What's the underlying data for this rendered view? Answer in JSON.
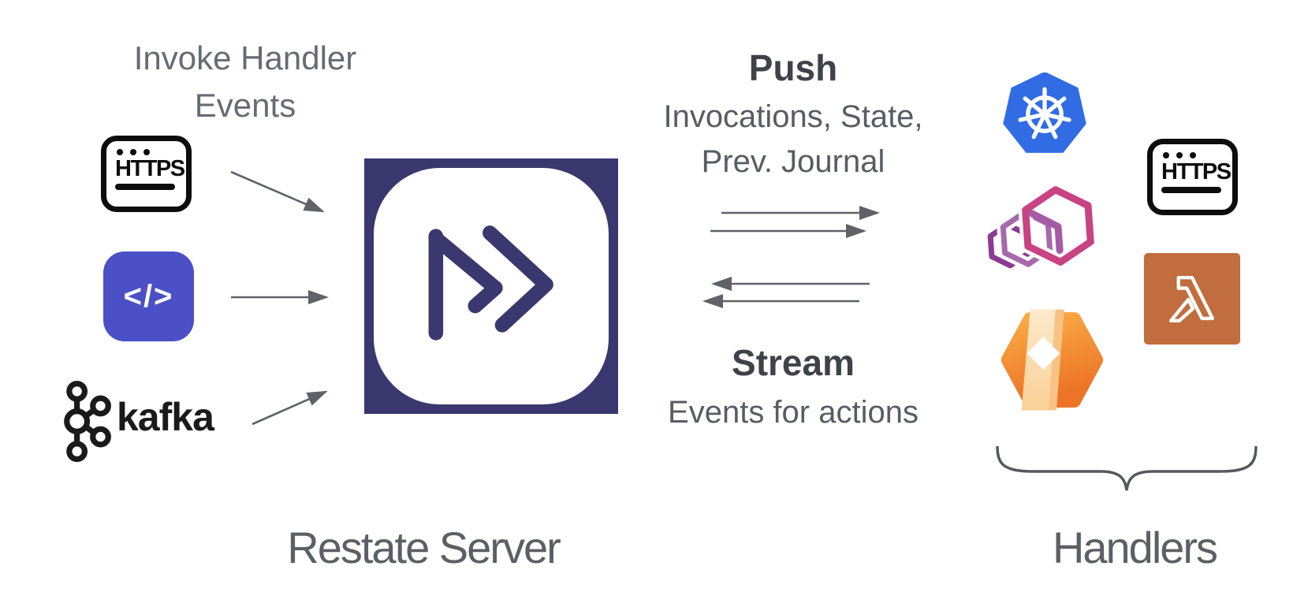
{
  "labels": {
    "sources_line1": "Invoke Handler",
    "sources_line2": "Events",
    "server": "Restate Server",
    "handlers": "Handlers",
    "push_title": "Push",
    "push_desc_line1": "Invocations, State,",
    "push_desc_line2": "Prev. Journal",
    "stream_title": "Stream",
    "stream_desc": "Events for actions"
  },
  "icons": {
    "https_left": {
      "name": "https-browser-icon",
      "label": "HTTPS"
    },
    "code": {
      "name": "code-icon",
      "glyph": "</>"
    },
    "kafka": {
      "name": "kafka-icon",
      "label": "kafka"
    },
    "restate": {
      "name": "restate-logo"
    },
    "kubernetes": {
      "name": "kubernetes-icon"
    },
    "hexagon_stack": {
      "name": "hexagon-stack-icon"
    },
    "https_right": {
      "name": "https-browser-icon",
      "label": "HTTPS"
    },
    "aws_lambda": {
      "name": "aws-lambda-icon"
    },
    "cloudflare_workers": {
      "name": "cloudflare-workers-icon"
    }
  },
  "colors": {
    "restate_navy": "#3a386f",
    "code_indigo": "#4b50c7",
    "kubernetes_blue": "#326ce5",
    "lambda_orange": "#c26d3d",
    "workers_orange": "#f09140",
    "hexagon_pink": "#c84383",
    "hexagon_purple": "#8c3b92",
    "hexagon_lavender": "#a768ae",
    "arrow_gray": "#5f6266",
    "heading_gray": "#3f4249",
    "body_gray": "#585c63",
    "label_gray": "#5c5f64"
  }
}
